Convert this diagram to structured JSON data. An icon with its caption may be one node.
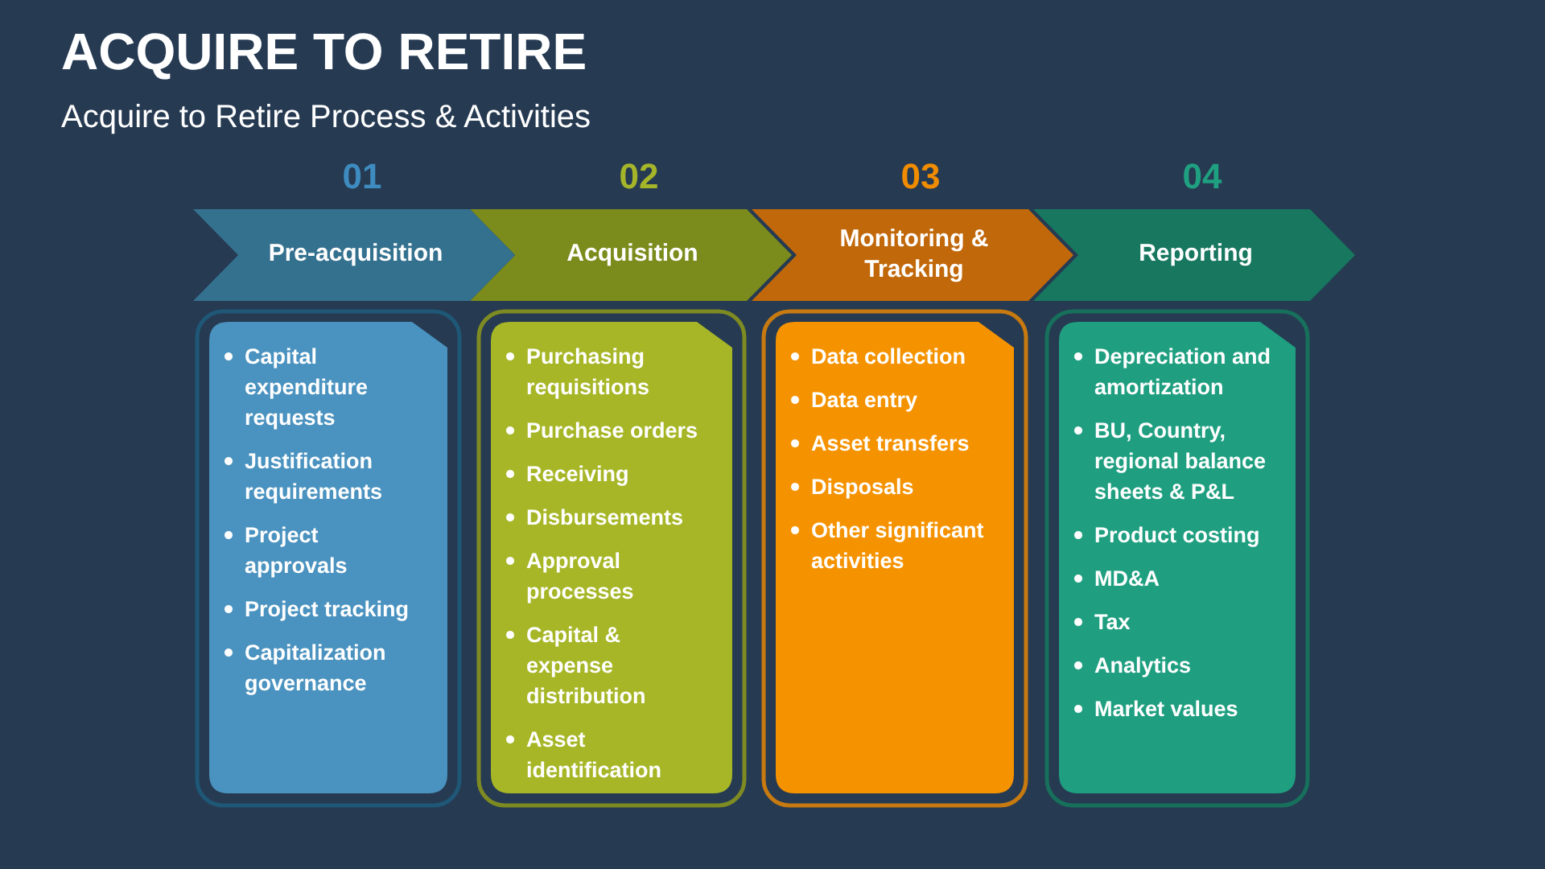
{
  "diagram": {
    "title": "ACQUIRE TO RETIRE",
    "caption": "Acquire to Retire Process & Activities",
    "nodes": [
      {
        "text": [
          "Pre-acquisition"
        ],
        "beside": [
          "01"
        ]
      },
      {
        "text": [
          "Acquisition"
        ],
        "beside": [
          "02"
        ]
      },
      {
        "text": [
          "Monitoring & Tracking"
        ],
        "beside": [
          "03"
        ]
      },
      {
        "text": [
          "Reporting"
        ],
        "beside": [
          "04"
        ]
      },
      {
        "text": [
          "Capital expenditure requests",
          "Justification requirements",
          "Project approvals",
          "Project tracking",
          "Capitalization governance"
        ]
      },
      {
        "text": [
          "Purchasing requisitions",
          "Purchase orders",
          "Receiving",
          "Disbursements",
          "Approval processes",
          "Capital & expense distribution",
          "Asset identification"
        ]
      },
      {
        "text": [
          "Data collection",
          "Data entry",
          "Asset transfers",
          "Disposals",
          "Other significant activities"
        ]
      },
      {
        "text": [
          "Depreciation and amortization",
          "BU, Country, regional balance sheets & P&L",
          "Product costing",
          "MD&A",
          "Tax",
          "Analytics",
          "Market values"
        ]
      }
    ],
    "edges": []
  }
}
